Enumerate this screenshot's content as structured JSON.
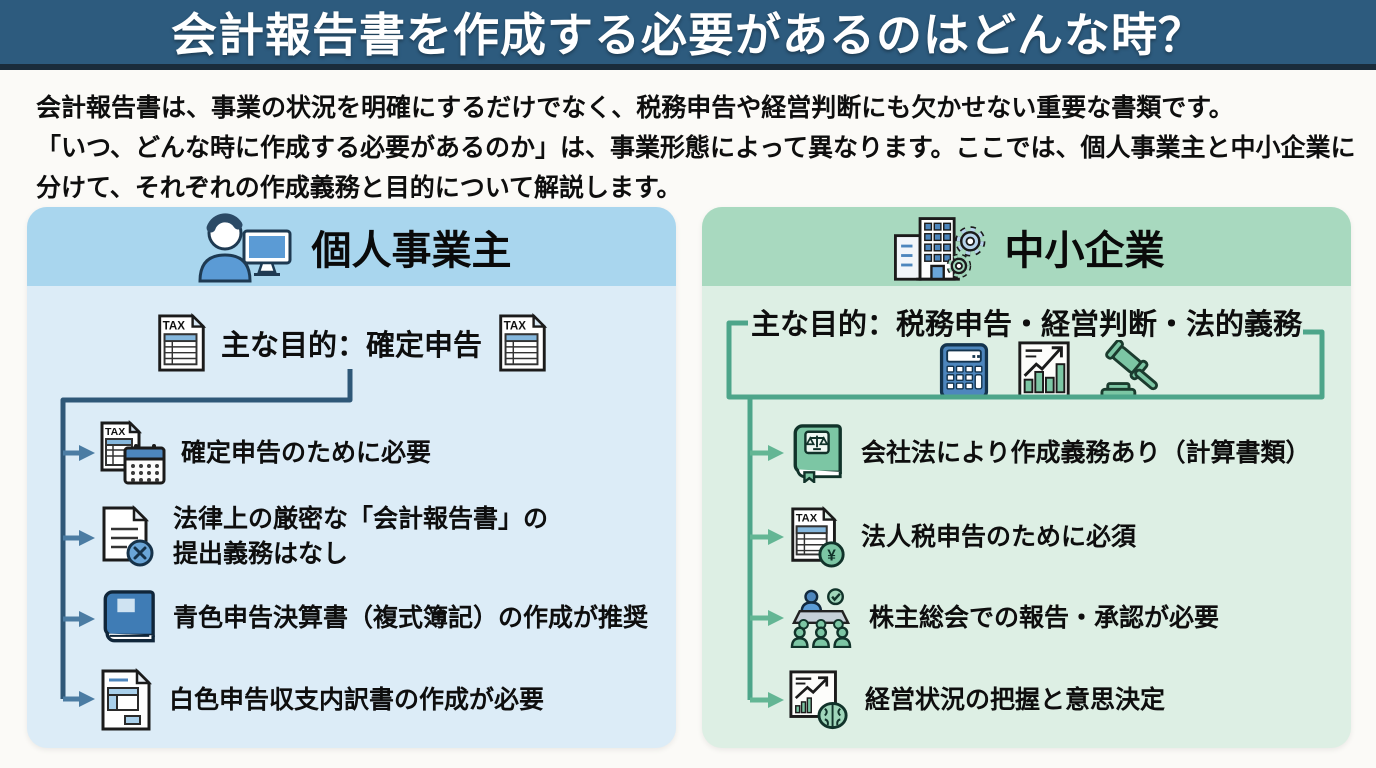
{
  "colors": {
    "page_bg": "#fbfaf7",
    "header_bg": "#2d5b7e",
    "header_line": "#1a2c3b",
    "title_text": "#ffffff",
    "body_text": "#0e0e0e",
    "left_header_bg": "#a9d6ee",
    "left_body_bg": "#dcecf7",
    "left_connector": "#2f5878",
    "left_arrow": "#4b7ca3",
    "right_header_bg": "#a8d9bf",
    "right_body_bg": "#ddefe4",
    "right_connector": "#4da58a",
    "right_arrow": "#63b694",
    "icon_blue": "#4d86bd",
    "icon_green": "#7cc6a4"
  },
  "labels": {
    "tax": "TAX",
    "yen": "¥"
  },
  "header": {
    "title": "会計報告書を作成する必要があるのはどんな時？"
  },
  "intro": {
    "line1": "会計報告書は、事業の状況を明確にするだけでなく、税務申告や経営判断にも欠かせない重要な書類です。",
    "line2": "「いつ、どんな時に作成する必要があるのか」は、事業形態によって異なります。ここでは、個人事業主と中小企業に",
    "line3": "分けて、それぞれの作成義務と目的について解説します。"
  },
  "left_panel": {
    "title": "個人事業主",
    "header_icon": "person-with-monitor-icon",
    "purpose": "主な目的：確定申告",
    "purpose_side_icons": [
      "tax-document-icon",
      "tax-document-icon"
    ],
    "items": [
      {
        "icon": "tax-document-calendar-icon",
        "text": "確定申告のために必要"
      },
      {
        "icon": "document-no-submit-icon",
        "text": "法律上の厳密な「会計報告書」の",
        "text2": "提出義務はなし"
      },
      {
        "icon": "blue-return-book-icon",
        "text": "青色申告決算書（複式簿記）の作成が推奨"
      },
      {
        "icon": "white-return-form-icon",
        "text": "白色申告収支内訳書の作成が必要"
      }
    ]
  },
  "right_panel": {
    "title": "中小企業",
    "header_icon": "office-building-gears-icon",
    "purpose": "主な目的：税務申告・経営判断・法的義務",
    "purpose_icons": [
      "calculator-icon",
      "bar-chart-report-icon",
      "gavel-icon"
    ],
    "items": [
      {
        "icon": "company-law-book-icon",
        "text": "会社法により作成義務あり（計算書類）"
      },
      {
        "icon": "tax-document-yen-icon",
        "text": "法人税申告のために必須"
      },
      {
        "icon": "shareholders-meeting-icon",
        "text": "株主総会での報告・承認が必要"
      },
      {
        "icon": "chart-brain-icon",
        "text": "経営状況の把握と意思決定"
      }
    ]
  }
}
